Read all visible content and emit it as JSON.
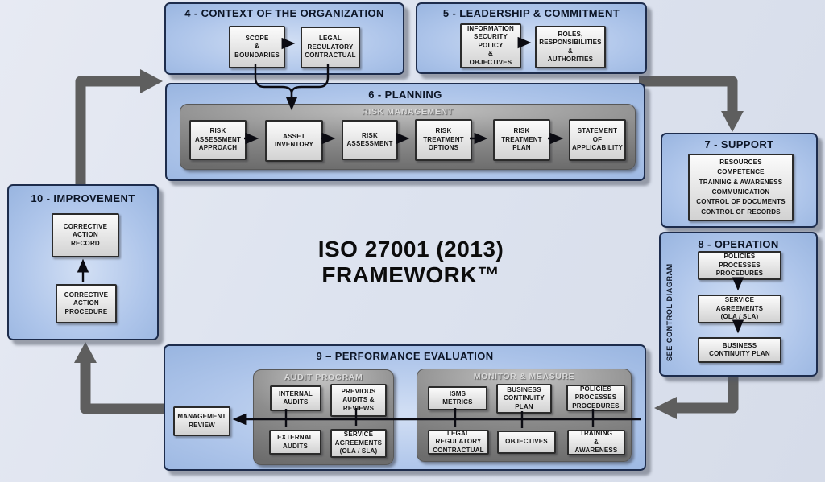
{
  "title": {
    "line1": "ISO 27001 (2013)",
    "line2": "FRAMEWORK™"
  },
  "colors": {
    "section_fill": "#aec5ea",
    "section_border": "#1d2c4c",
    "panel_gray": "#8d8d8d",
    "inner_box_fill": "#e9e9e9",
    "flow_arrow_gray": "#5e5e5e",
    "connector_black": "#0b0b12"
  },
  "sections": {
    "context": {
      "header": "4 - CONTEXT OF THE ORGANIZATION",
      "scope": "SCOPE\n&\nBOUNDARIES",
      "legal": "LEGAL\nREGULATORY\nCONTRACTUAL"
    },
    "leadership": {
      "header": "5 - LEADERSHIP & COMMITMENT",
      "policy": "INFORMATION\nSECURITY\nPOLICY\n&\nOBJECTIVES",
      "roles": "ROLES,\nRESPONSIBILITIES\n&\nAUTHORITIES"
    },
    "planning": {
      "header": "6 - PLANNING",
      "panel_label": "RISK MANAGEMENT",
      "steps": [
        "RISK\nASSESSMENT\nAPPROACH",
        "ASSET\nINVENTORY",
        "RISK\nASSESSMENT",
        "RISK\nTREATMENT\nOPTIONS",
        "RISK\nTREATMENT\nPLAN",
        "STATEMENT\nOF\nAPPLICABILITY"
      ]
    },
    "support": {
      "header": "7 - SUPPORT",
      "items": "RESOURCES\nCOMPETENCE\nTRAINING & AWARENESS\nCOMMUNICATION\nCONTROL OF DOCUMENTS\nCONTROL OF RECORDS"
    },
    "operation": {
      "header": "8 - OPERATION",
      "side_label": "SEE CONTROL DIAGRAM",
      "steps": [
        "POLICIES\nPROCESSES\nPROCEDURES",
        "SERVICE\nAGREEMENTS\n(OLA / SLA)",
        "BUSINESS\nCONTINUITY PLAN"
      ]
    },
    "performance": {
      "header": "9 – PERFORMANCE EVALUATION",
      "management_review": "MANAGEMENT\nREVIEW",
      "audit_program": {
        "label": "AUDIT PROGRAM",
        "top": [
          "INTERNAL\nAUDITS",
          "PREVIOUS\nAUDITS &\nREVIEWS"
        ],
        "bottom": [
          "EXTERNAL\nAUDITS",
          "SERVICE\nAGREEMENTS\n(OLA / SLA)"
        ]
      },
      "monitor_measure": {
        "label": "MONITOR & MEASURE",
        "top": [
          "ISMS\nMETRICS",
          "BUSINESS\nCONTINUITY\nPLAN",
          "POLICIES\nPROCESSES\nPROCEDURES"
        ],
        "bottom": [
          "LEGAL\nREGULATORY\nCONTRACTUAL",
          "OBJECTIVES",
          "TRAINING\n&\nAWARENESS"
        ]
      }
    },
    "improvement": {
      "header": "10 - IMPROVEMENT",
      "record": "CORRECTIVE\nACTION\nRECORD",
      "procedure": "CORRECTIVE\nACTION\nPROCEDURE"
    }
  }
}
